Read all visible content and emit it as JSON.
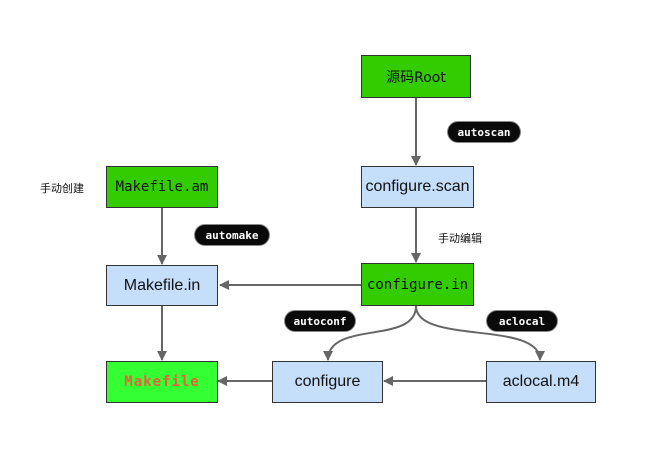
{
  "nodes": {
    "source_root": "源码Root",
    "configure_scan": "configure.scan",
    "configure_in": "configure.in",
    "makefile_am": "Makefile.am",
    "makefile_in": "Makefile.in",
    "makefile": "Makefile",
    "configure": "configure",
    "aclocal_m4": "aclocal.m4"
  },
  "tools": {
    "autoscan": "autoscan",
    "automake": "automake",
    "autoconf": "autoconf",
    "aclocal": "aclocal"
  },
  "notes": {
    "manual_create": "手动创建",
    "manual_edit": "手动编辑"
  },
  "colors": {
    "green_node": "#33cc00",
    "bright_green_node": "#33ff33",
    "blue_node": "#c5dffa",
    "makefile_text": "#e8603c",
    "arrow": "#666666",
    "pill": "#0a0a0a"
  }
}
